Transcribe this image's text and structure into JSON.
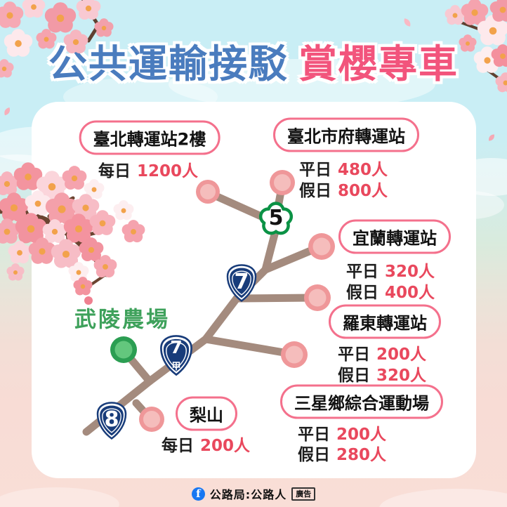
{
  "title": {
    "blue": "公共運輸接駁",
    "pink": "賞櫻專車"
  },
  "destination": {
    "label": "武陵農場"
  },
  "stations": [
    {
      "name": "臺北轉運站2樓",
      "stats": [
        {
          "label": "每日",
          "value": "1200人"
        }
      ]
    },
    {
      "name": "臺北市府轉運站",
      "stats": [
        {
          "label": "平日",
          "value": "480人"
        },
        {
          "label": "假日",
          "value": "800人"
        }
      ]
    },
    {
      "name": "宜蘭轉運站",
      "stats": [
        {
          "label": "平日",
          "value": "320人"
        },
        {
          "label": "假日",
          "value": "400人"
        }
      ]
    },
    {
      "name": "羅東轉運站",
      "stats": [
        {
          "label": "平日",
          "value": "200人"
        },
        {
          "label": "假日",
          "value": "320人"
        }
      ]
    },
    {
      "name": "三星鄉綜合運動場",
      "stats": [
        {
          "label": "平日",
          "value": "200人"
        },
        {
          "label": "假日",
          "value": "280人"
        }
      ]
    },
    {
      "name": "梨山",
      "stats": [
        {
          "label": "每日",
          "value": "200人"
        }
      ]
    }
  ],
  "highways": [
    {
      "system": "national-freeway",
      "number": "5"
    },
    {
      "system": "provincial",
      "number": "7"
    },
    {
      "system": "provincial",
      "number": "7",
      "suffix": "甲"
    },
    {
      "system": "provincial",
      "number": "8"
    }
  ],
  "footer": {
    "facebook_f": "f",
    "facebook_page": "公路局:公路人",
    "ad_badge": "廣告"
  },
  "colors": {
    "title_blue": "#4a7cbe",
    "title_pink": "#f2547c",
    "stat_red": "#e9485d",
    "branch_taupe": "#a48b7e",
    "bud_pink_outer": "#ef9799",
    "bud_pink_inner": "#f5bdbc",
    "node_green_outer": "#2b9e52",
    "node_green_inner": "#63c77d",
    "pill_border_pink": "#f4708c",
    "shield_navy": "#183c7a",
    "freeway_green": "#0b9245",
    "wuling_green": "#3ea15b",
    "facebook_blue": "#1877f2"
  }
}
